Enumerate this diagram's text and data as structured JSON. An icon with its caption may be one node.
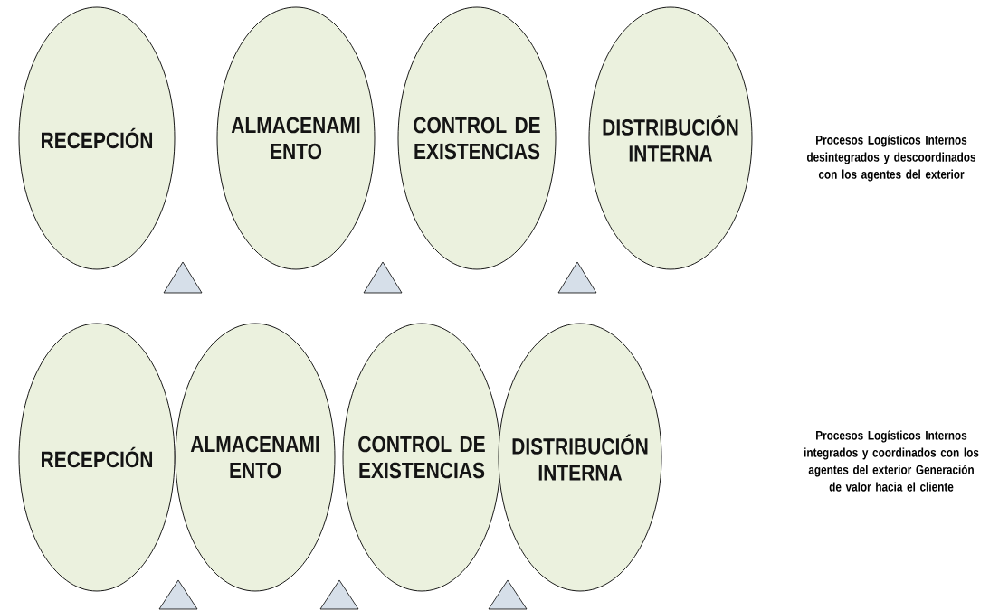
{
  "diagram": {
    "nodes": [
      {
        "text": [
          "RECEPCIÓN"
        ]
      },
      {
        "text": [
          "ALMACENAMI ENTO"
        ]
      },
      {
        "text": [
          "CONTROL DE EXISTENCIAS"
        ]
      },
      {
        "text": [
          "DISTRIBUCIÓN INTERNA"
        ]
      },
      {
        "text": [
          "RECEPCIÓN"
        ]
      },
      {
        "text": [
          "ALMACENAMI ENTO"
        ]
      },
      {
        "text": [
          "CONTROL DE EXISTENCIAS"
        ]
      },
      {
        "text": [
          "DISTRIBUCIÓN INTERNA"
        ]
      }
    ],
    "labels": [
      "Procesos Logísticos Internos desintegrados y descoordinados con los agentes del exterior",
      "Procesos Logísticos Internos integrados y coordinados con los agentes del exterior Generación de valor hacia el cliente"
    ]
  }
}
